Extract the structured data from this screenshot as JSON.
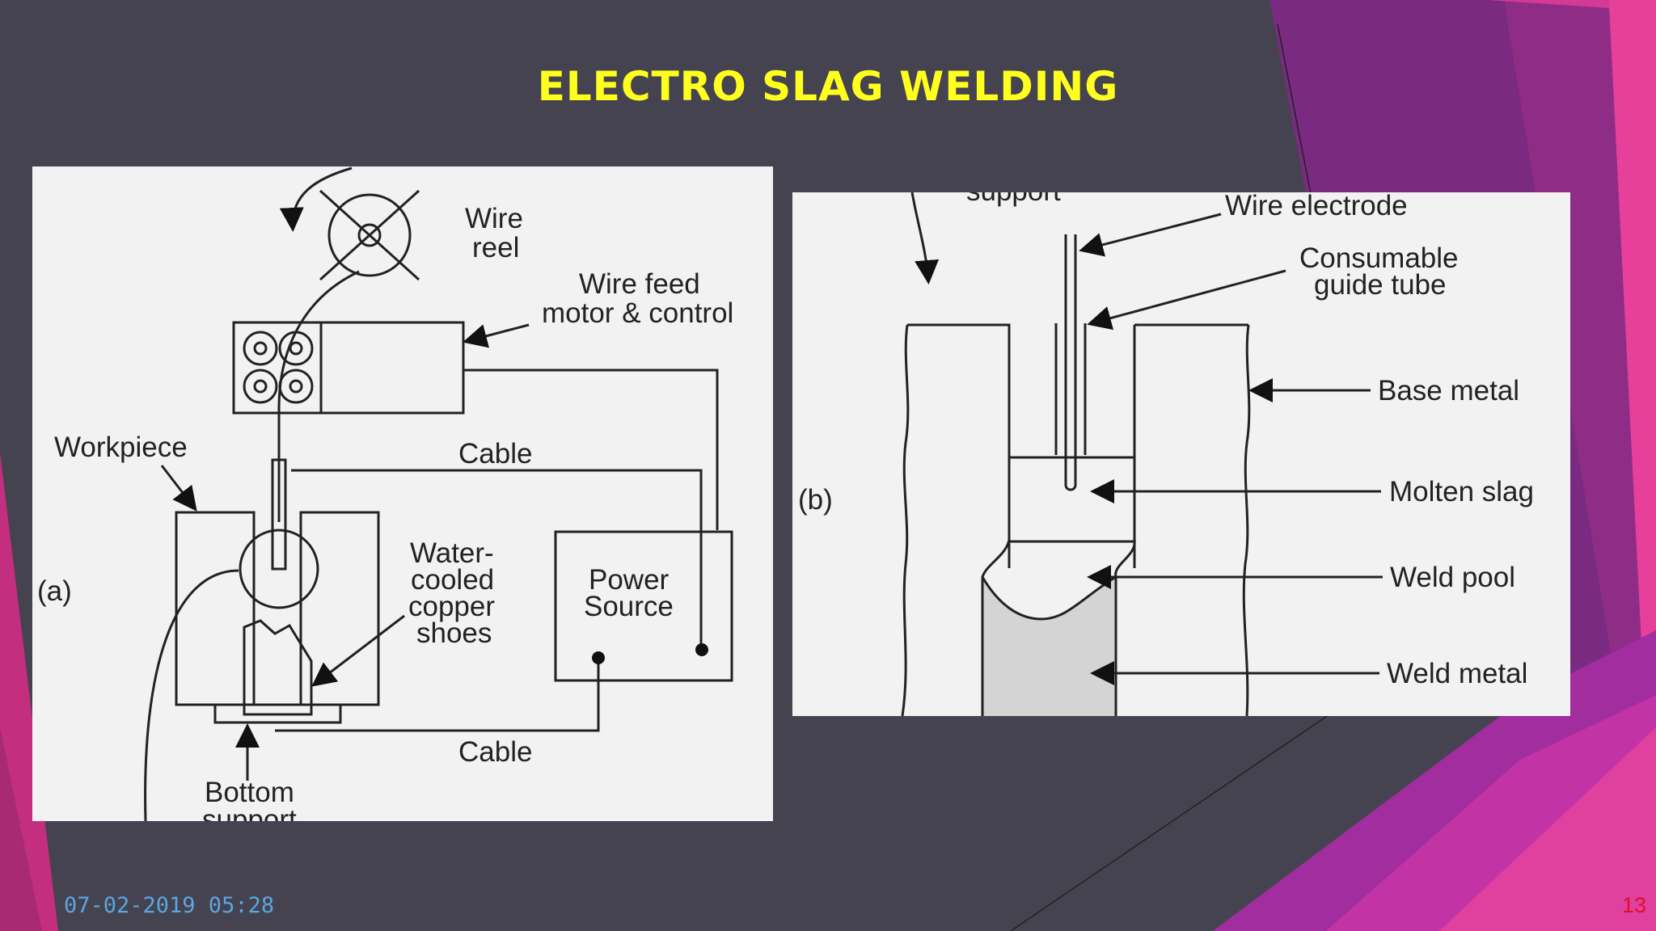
{
  "slide": {
    "title": "ELECTRO SLAG WELDING",
    "date": "07-02-2019 05:28",
    "page_number": "13"
  },
  "diagram_a": {
    "panel_label": "(a)",
    "wire_reel": [
      "Wire",
      "reel"
    ],
    "wire_feed": [
      "Wire feed",
      "motor & control"
    ],
    "workpiece": "Workpiece",
    "cable_top": "Cable",
    "water_cooled": [
      "Water-",
      "cooled",
      "copper",
      "shoes"
    ],
    "power_source": [
      "Power",
      "Source"
    ],
    "cable_bottom": "Cable",
    "bottom_support": [
      "Bottom",
      "support"
    ]
  },
  "diagram_b": {
    "panel_label": "(b)",
    "support": "support",
    "wire_electrode": "Wire electrode",
    "guide_tube": [
      "Consumable",
      "guide tube"
    ],
    "base_metal": "Base metal",
    "molten_slag": "Molten slag",
    "weld_pool": "Weld pool",
    "weld_metal": "Weld metal"
  },
  "colors": {
    "background": "#45434f",
    "title": "#ffff1f",
    "accent_magenta": "#d4318f",
    "accent_purple": "#8a2a80",
    "date": "#5aa6e0",
    "page_number": "#e0102a"
  }
}
